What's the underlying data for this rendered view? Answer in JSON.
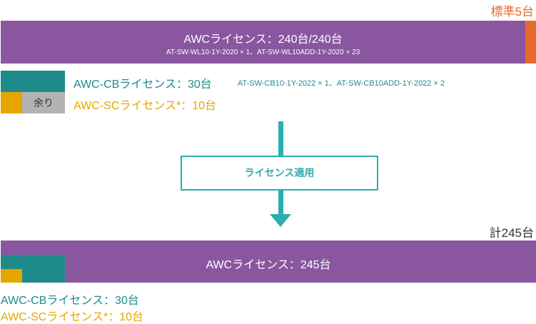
{
  "before": {
    "standard_label": "標準5台",
    "awc_title": "AWCライセンス：240台/240台",
    "awc_skus": "AT-SW-WL10-1Y-2020 × 1、AT-SW-WL10ADD-1Y-2020 × 23",
    "cb_label": "AWC-CBライセンス：30台",
    "cb_skus": "AT-SW-CB10-1Y-2022 × 1、AT-SW-CB10ADD-1Y-2022 × 2",
    "remainder_label": "余り",
    "sc_label": "AWC-SCライセンス*：10台"
  },
  "action": {
    "label": "ライセンス適用"
  },
  "after": {
    "total_label": "計245台",
    "awc_title": "AWCライセンス：245台",
    "cb_label": "AWC-CBライセンス：30台",
    "sc_label": "AWC-SCライセンス*：10台"
  },
  "colors": {
    "purple": "#8a56a0",
    "orange": "#e8692e",
    "teal": "#1f8a8a",
    "yellow": "#e6a600",
    "arrow": "#2aaeb0"
  }
}
